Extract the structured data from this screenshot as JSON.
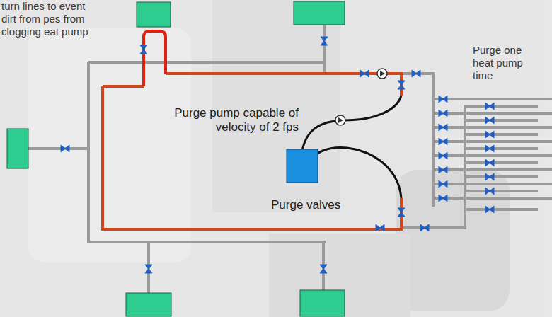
{
  "diagram": {
    "labels": [
      "turn lines to event dirt from pes from clogging eat pump",
      "Purge pump capable of velocity of 2 fps",
      "Purge one heat pump time",
      "Purge valves"
    ]
  }
}
